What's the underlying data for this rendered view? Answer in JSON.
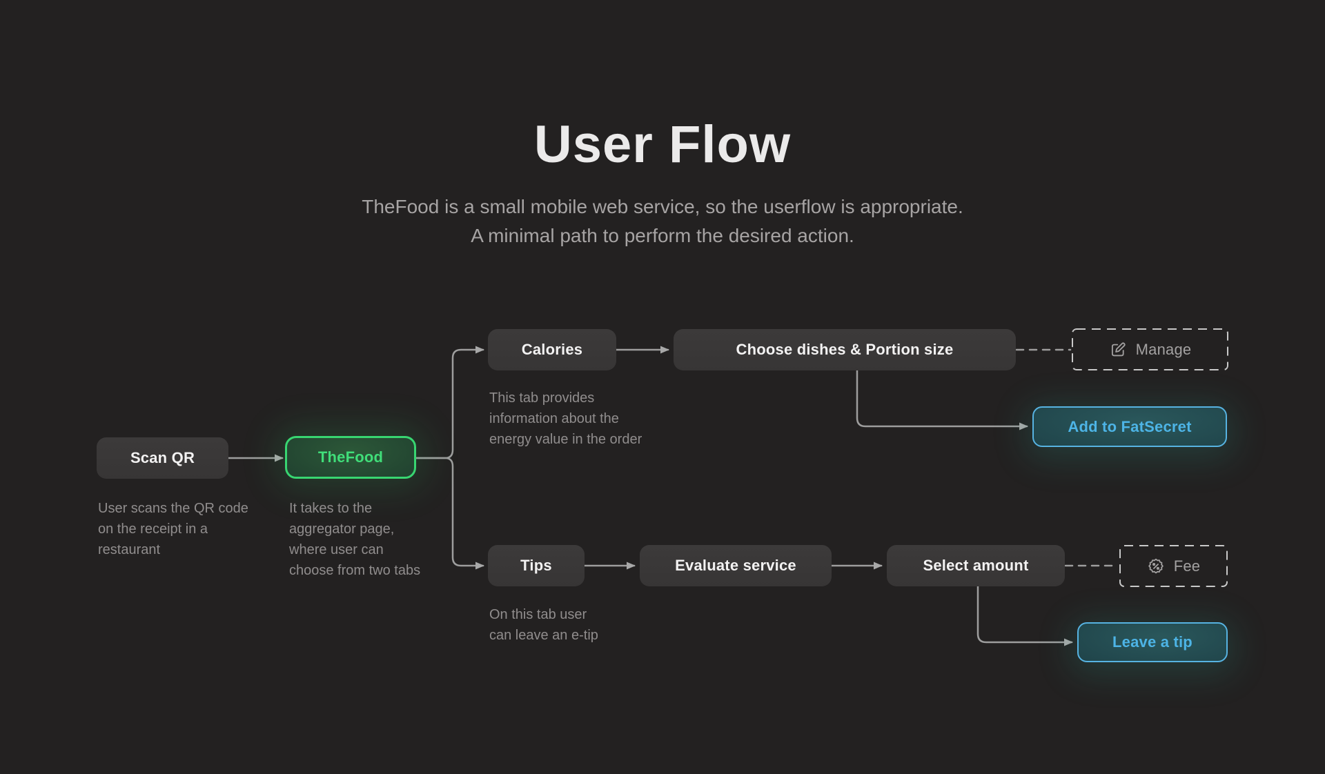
{
  "page": {
    "background_color": "#232121"
  },
  "header": {
    "title": "User Flow",
    "subtitle_line1": "TheFood is a small mobile web service, so the userflow is appropriate.",
    "subtitle_line2": "A minimal path to perform the desired action."
  },
  "flow": {
    "nodes": {
      "scan_qr": {
        "label": "Scan QR"
      },
      "thefood": {
        "label": "TheFood"
      },
      "calories": {
        "label": "Calories"
      },
      "choose_dishes": {
        "label": "Choose dishes & Portion size"
      },
      "manage": {
        "label": "Manage",
        "icon": "edit-icon"
      },
      "add_fatsecret": {
        "label": "Add to FatSecret"
      },
      "tips": {
        "label": "Tips"
      },
      "evaluate_service": {
        "label": "Evaluate service"
      },
      "select_amount": {
        "label": "Select amount"
      },
      "fee": {
        "label": "Fee",
        "icon": "percent-badge-icon"
      },
      "leave_tip": {
        "label": "Leave a tip"
      }
    },
    "captions": {
      "scan_qr": [
        "User scans the QR code",
        "on the receipt in a",
        "restaurant"
      ],
      "thefood": [
        "It takes to the",
        "aggregator page,",
        "where user can",
        "choose from two tabs"
      ],
      "calories": [
        "This tab provides",
        "information about the",
        "energy value in the order"
      ],
      "tips": [
        "On this tab user",
        "can leave an e-tip"
      ]
    },
    "colors": {
      "accent_green": "#38d671",
      "accent_blue": "#52b2e2",
      "node_background": "#393737",
      "connector_line": "#9e9e9e",
      "dashed_border": "#c9c9c9",
      "caption_text": "#908d8d"
    }
  }
}
